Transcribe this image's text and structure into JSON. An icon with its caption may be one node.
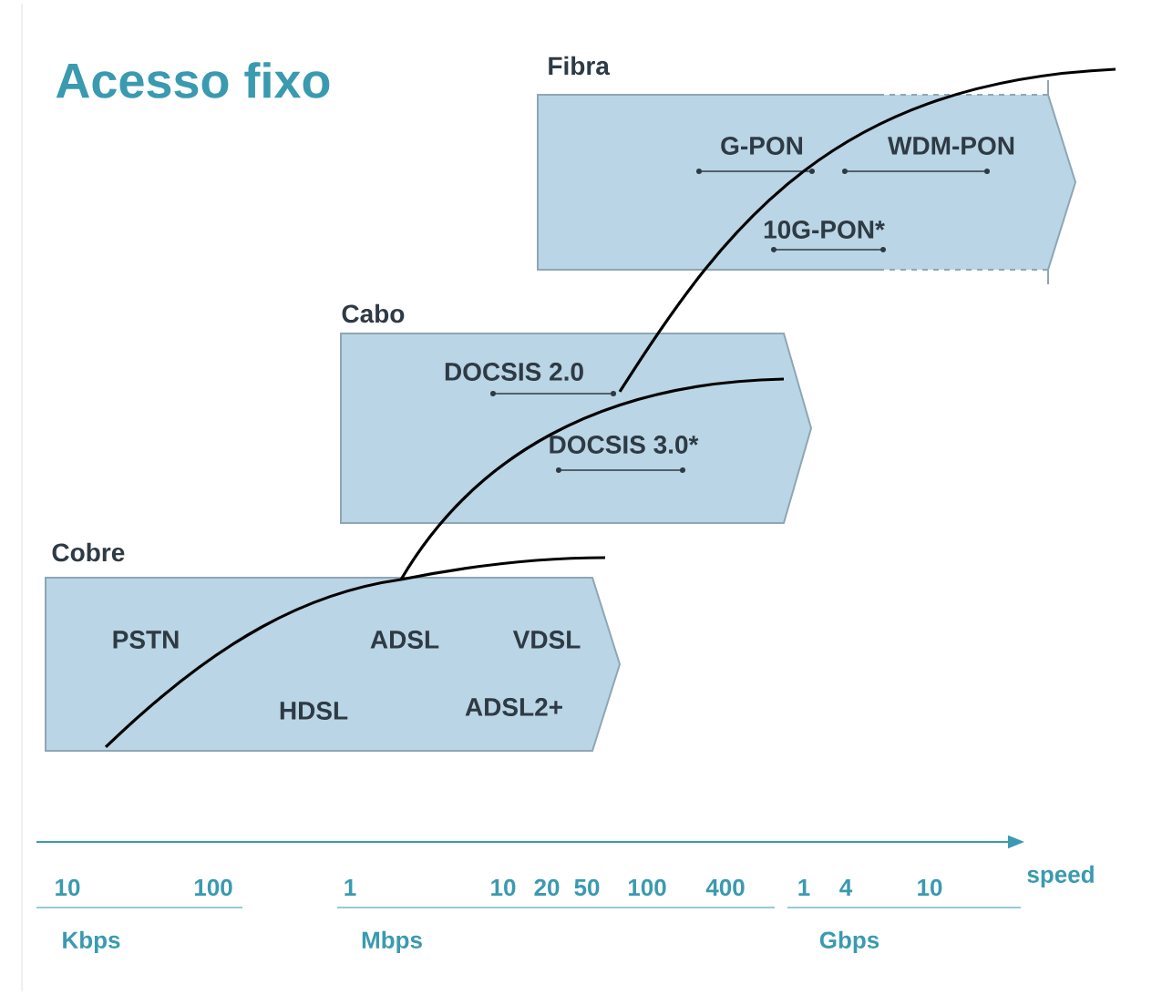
{
  "diagram": {
    "title": "Acesso fixo",
    "nodes": [
      {
        "text": [
          "Fibra",
          "G-PON",
          "WDM-PON",
          "10G-PON*"
        ]
      },
      {
        "text": [
          "Cabo",
          "DOCSIS 2.0",
          "DOCSIS 3.0*"
        ]
      },
      {
        "text": [
          "Cobre",
          "PSTN",
          "ADSL",
          "VDSL",
          "HDSL",
          "ADSL2+"
        ]
      }
    ],
    "labels": [
      "10",
      "100",
      "1",
      "10",
      "20",
      "50",
      "100",
      "400",
      "1",
      "4",
      "10",
      "speed",
      "Kbps",
      "Mbps",
      "Gbps"
    ]
  }
}
